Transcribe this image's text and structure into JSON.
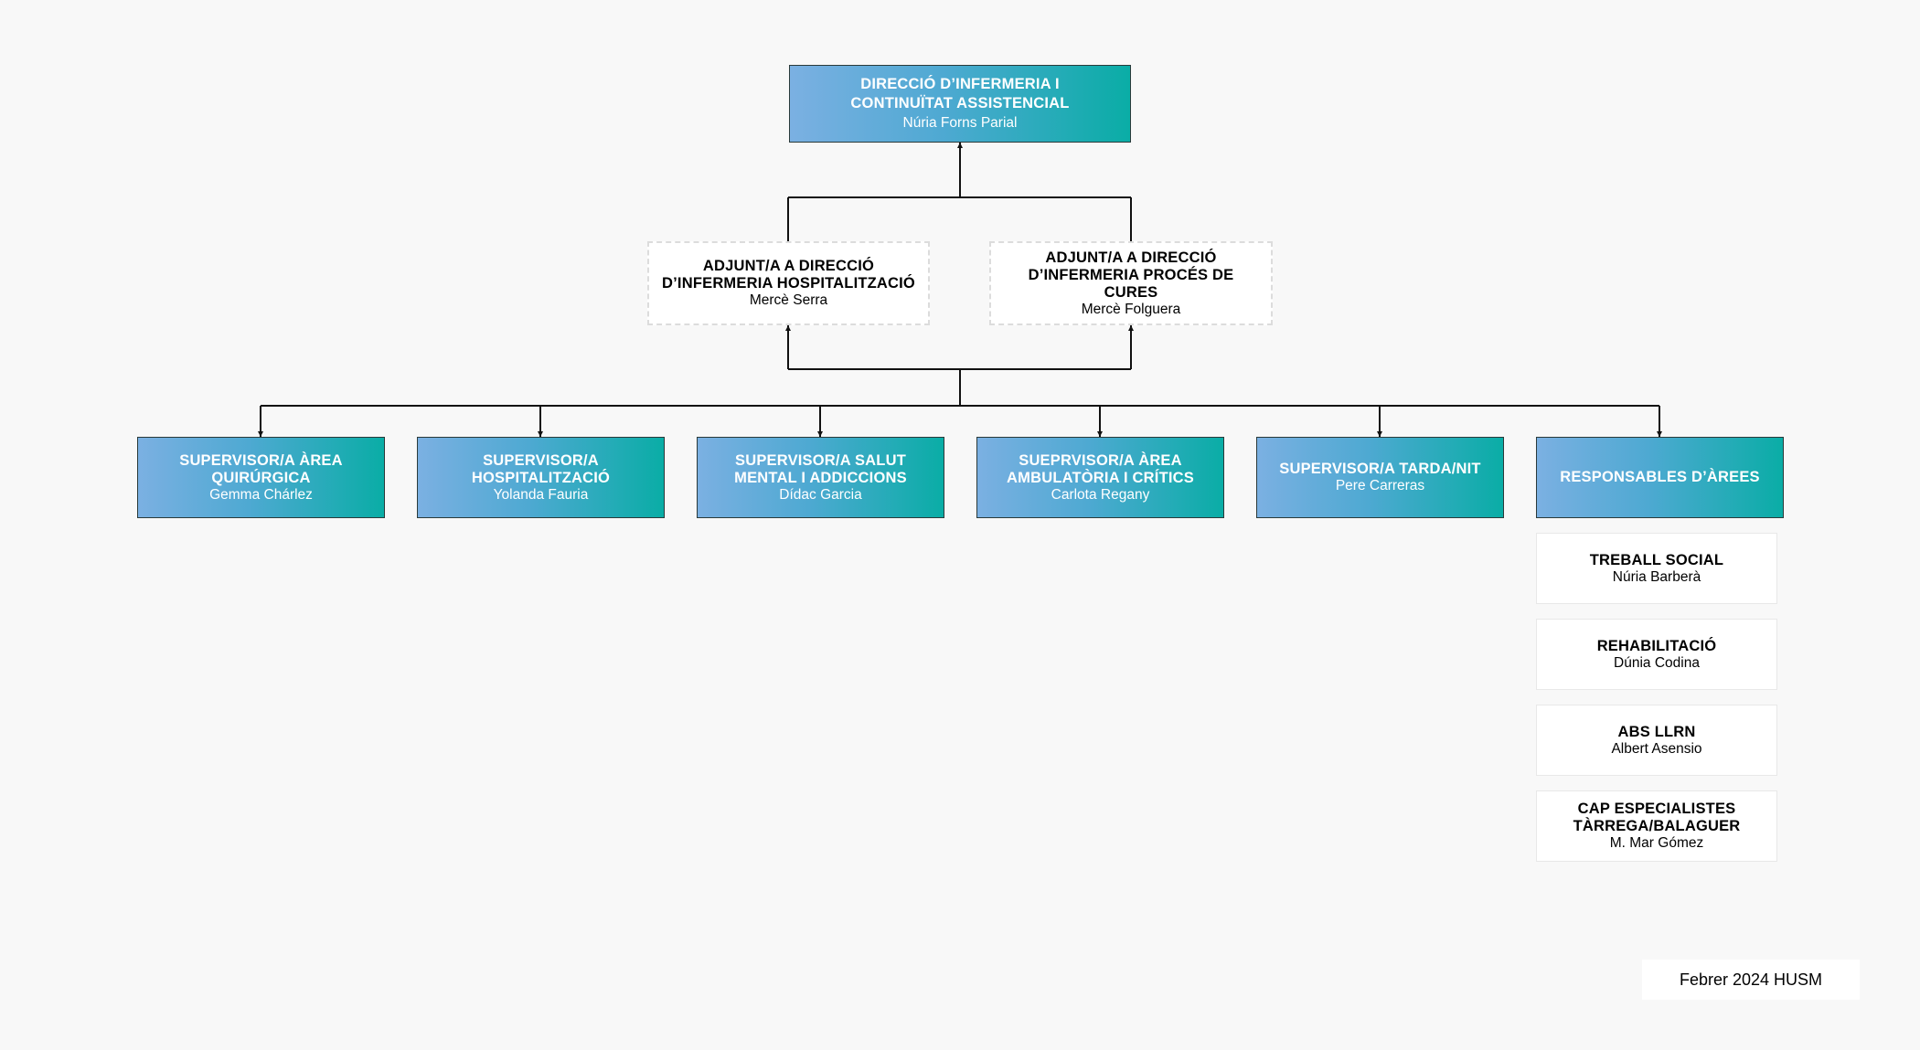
{
  "director": {
    "title": "DIRECCIÓ D’INFERMERIA I CONTINUÏTAT ASSISTENCIAL",
    "name": "Núria Forns Parial"
  },
  "adjuncts": [
    {
      "title": "ADJUNT/A A DIRECCIÓ D’INFERMERIA HOSPITALITZACIÓ",
      "name": "Mercè Serra"
    },
    {
      "title": "ADJUNT/A A DIRECCIÓ D’INFERMERIA PROCÉS DE CURES",
      "name": "Mercè Folguera"
    }
  ],
  "supervisors": [
    {
      "title": "SUPERVISOR/A ÀREA QUIRÚRGICA",
      "name": "Gemma Chárlez"
    },
    {
      "title": "SUPERVISOR/A HOSPITALITZACIÓ",
      "name": "Yolanda Fauria"
    },
    {
      "title": "SUPERVISOR/A SALUT MENTAL I ADDICCIONS",
      "name": "Dídac Garcia"
    },
    {
      "title": "SUEPRVISOR/A ÀREA AMBULATÒRIA I CRÍTICS",
      "name": "Carlota Regany"
    },
    {
      "title": "SUPERVISOR/A TARDA/NIT",
      "name": "Pere Carreras"
    },
    {
      "title": "RESPONSABLES D’ÀREES",
      "name": ""
    }
  ],
  "area_heads": [
    {
      "title": "TREBALL SOCIAL",
      "name": "Núria Barberà"
    },
    {
      "title": "REHABILITACIÓ",
      "name": "Dúnia Codina"
    },
    {
      "title": "ABS LLRN",
      "name": "Albert Asensio"
    },
    {
      "title": "CAP ESPECIALISTES TÀRREGA/BALAGUER",
      "name": "M. Mar Gómez"
    }
  ],
  "footer": {
    "label": "Febrer 2024 HUSM"
  }
}
